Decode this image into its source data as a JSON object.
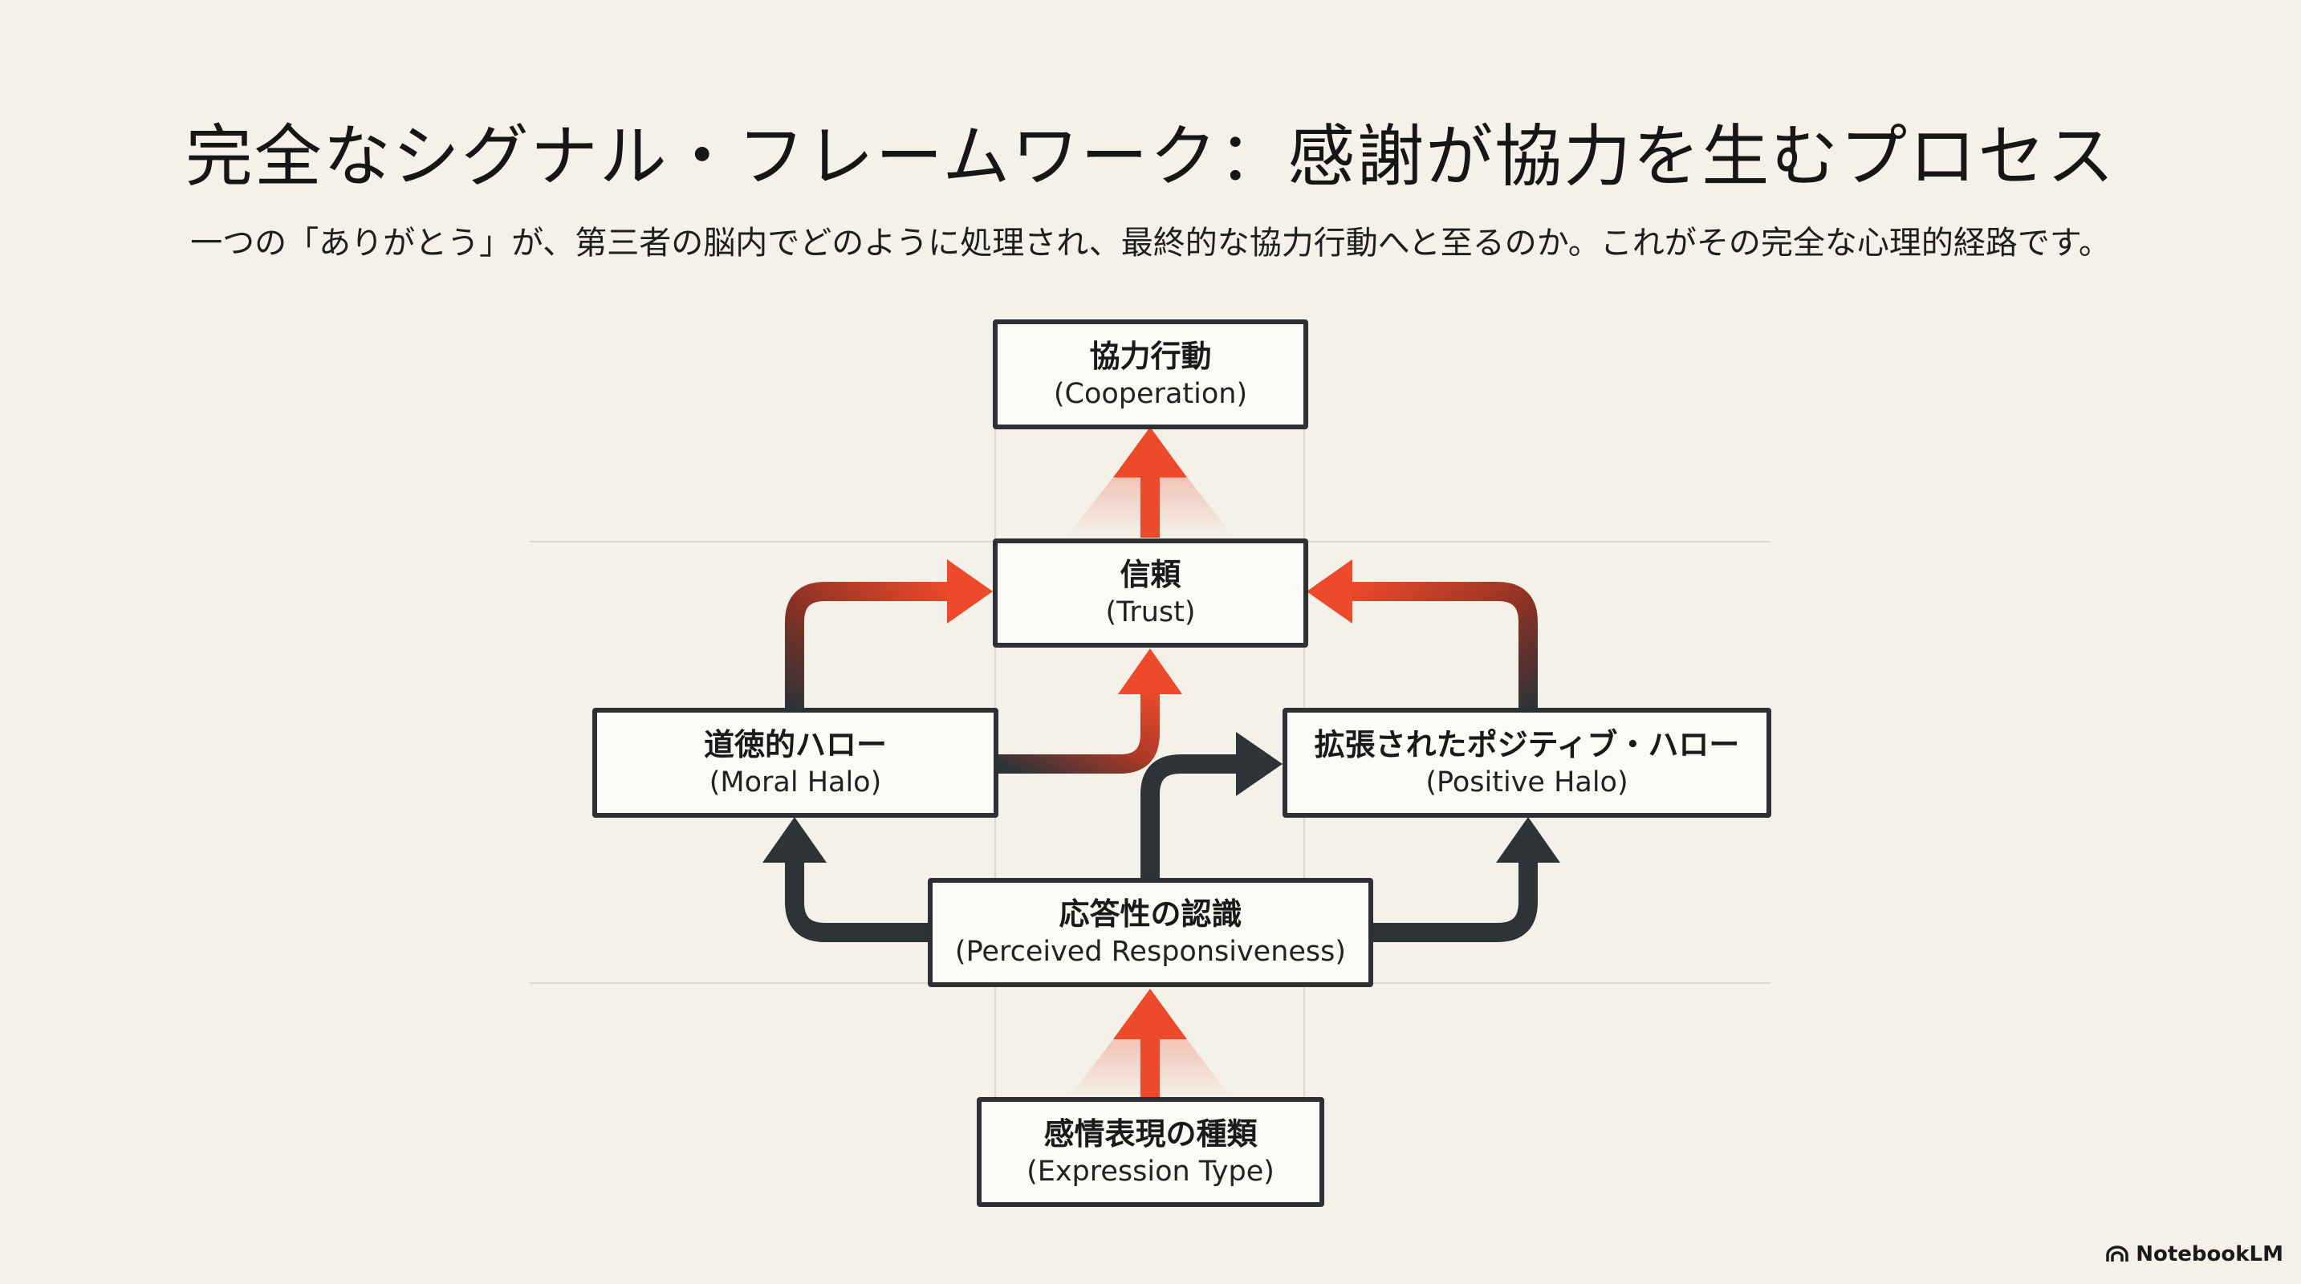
{
  "header": {
    "title": "完全なシグナル・フレームワーク：感謝が協力を生むプロセス",
    "subtitle": "一つの「ありがとう」が、第三者の脳内でどのように処理され、最終的な協力行動へと至るのか。これがその完全な心理的経路です。"
  },
  "nodes": {
    "cooperation": {
      "jp": "協力行動",
      "en": "(Cooperation)"
    },
    "trust": {
      "jp": "信頼",
      "en": "(Trust)"
    },
    "moral_halo": {
      "jp": "道徳的ハロー",
      "en": "(Moral Halo)"
    },
    "positive_halo": {
      "jp": "拡張されたポジティブ・ハロー",
      "en": "(Positive Halo)"
    },
    "responsiveness": {
      "jp": "応答性の認識",
      "en": "(Perceived Responsiveness)"
    },
    "expression": {
      "jp": "感情表現の種類",
      "en": "(Expression Type)"
    }
  },
  "colors": {
    "background": "#f4f1e9",
    "dark_arrow": "#2e3338",
    "red_arrow": "#ec4a2a",
    "box_border": "#2d3034"
  },
  "footer": {
    "brand": "NotebookLM",
    "brand_icon": "notebooklm-logo-icon"
  }
}
